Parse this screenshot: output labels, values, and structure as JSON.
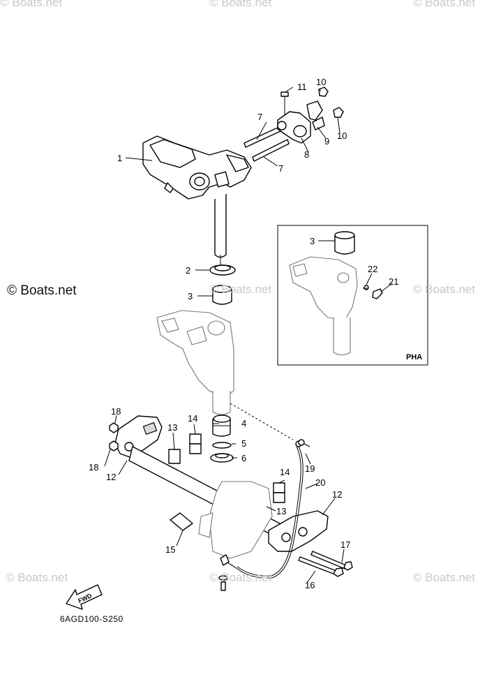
{
  "watermarks": {
    "tiled": "© Boats.net",
    "main": "© Boats.net"
  },
  "diagram_code": "6AGD100-S250",
  "inset_label": "PHA",
  "fwd_label": "FWD",
  "callouts": {
    "c1": "1",
    "c2": "2",
    "c3": "3",
    "c3b": "3",
    "c4": "4",
    "c5": "5",
    "c6": "6",
    "c7a": "7",
    "c7b": "7",
    "c8": "8",
    "c9": "9",
    "c10a": "10",
    "c10b": "10",
    "c11": "11",
    "c12a": "12",
    "c12b": "12",
    "c13a": "13",
    "c13b": "13",
    "c14a": "14",
    "c14b": "14",
    "c15": "15",
    "c16": "16",
    "c17": "17",
    "c18a": "18",
    "c18b": "18",
    "c19": "19",
    "c20": "20",
    "c21": "21",
    "c22": "22"
  },
  "icons": [
    "fwd-arrow-icon"
  ]
}
